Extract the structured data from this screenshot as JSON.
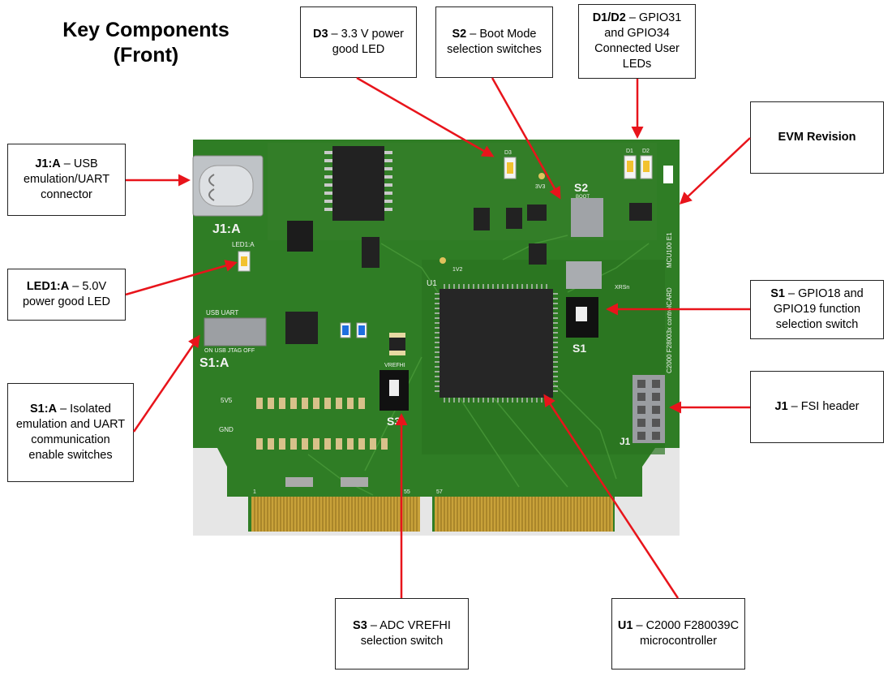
{
  "title": [
    "Key Components",
    "(Front)"
  ],
  "callouts": {
    "d3": {
      "name": "D3",
      "desc": " – 3.3 V power good LED"
    },
    "s2": {
      "name": "S2",
      "desc": " – Boot Mode selection switches"
    },
    "d1d2": {
      "name": "D1/D2",
      "desc": " – GPIO31 and GPIO34 Connected User LEDs"
    },
    "evm": {
      "name": "EVM Revision",
      "desc": ""
    },
    "j1a": {
      "name": "J1:A",
      "desc": " – USB emulation/UART connector"
    },
    "led1a": {
      "name": "LED1:A",
      "desc": " – 5.0V power good LED"
    },
    "s1": {
      "name": "S1",
      "desc": " – GPIO18 and GPIO19 function selection switch"
    },
    "s1a": {
      "name": "S1:A",
      "desc": " – Isolated emulation and UART communication enable switches"
    },
    "j1": {
      "name": "J1",
      "desc": " – FSI header"
    },
    "s3": {
      "name": "S3",
      "desc": " – ADC VREFHI selection switch"
    },
    "u1": {
      "name": "U1",
      "desc": " – C2000 F280039C microcontroller"
    }
  },
  "board": {
    "j1a": "J1:A",
    "s1a": "S1:A",
    "s1": "S1",
    "s2": "S2",
    "s3": "S3",
    "u1": "U1",
    "j1": "J1",
    "d3": "D3",
    "d1": "D1",
    "d2": "D2",
    "led1a": "LED1:A",
    "boot": "BOOT",
    "vrefhi": "VREFHI",
    "xrsn": "XRSn",
    "side_text": "C2000 F28003x controlCARD",
    "rev_text": "MCU100 E1",
    "usb_uart": "USB UART",
    "usb_jtag": "ON   USB  JTAG   OFF",
    "tp_3v3": "3V3",
    "tp_1v2": "1V2",
    "tp_5v5": "5V5",
    "gnd": "GND",
    "pin1": "1",
    "pin55": "55",
    "pin57": "57"
  },
  "colors": {
    "pcb": "#2f7d25",
    "pcb_edge": "#255f1d",
    "arrow": "#e8141b",
    "gold": "#c9a23a"
  }
}
